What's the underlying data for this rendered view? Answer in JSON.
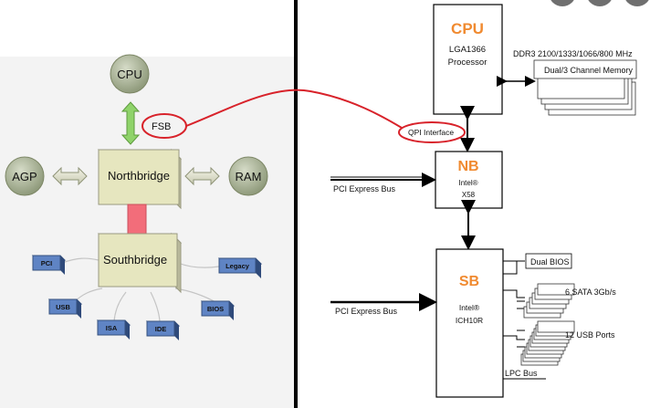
{
  "left": {
    "cpu": "CPU",
    "fsb": "FSB",
    "agp": "AGP",
    "ram": "RAM",
    "northbridge": "Northbridge",
    "southbridge": "Southbridge",
    "pci": "PCI",
    "legacy": "Legacy",
    "usb": "USB",
    "isa": "ISA",
    "ide": "IDE",
    "bios": "BIOS"
  },
  "right": {
    "cpu_title": "CPU",
    "cpu_line1": "LGA1366",
    "cpu_line2": "Processor",
    "ddr3": "DDR3 2100/1333/1066/800 MHz",
    "memory": "Dual/3 Channel Memory",
    "qpi": "QPI  Interface",
    "nb_title": "NB",
    "nb_line1": "Intel®",
    "nb_line2": "X58",
    "pcie_nb": "PCI Express Bus",
    "sb_title": "SB",
    "sb_line1": "Intel®",
    "sb_line2": "ICH10R",
    "pcie_sb": "PCI Express Bus",
    "dual_bios": "Dual BIOS",
    "sata": "6 SATA 3Gb/s",
    "usb_ports": "12 USB Ports",
    "lpc": "LPC Bus"
  },
  "colors": {
    "accent": "#f08a30",
    "circle_red": "#d8222a",
    "chip_fill": "#e6e6bf",
    "sphere": "#aeb89a",
    "slot_blue": "#5f84c4",
    "fsb_green": "#8fd36a",
    "link_pink": "#f26d7a"
  }
}
